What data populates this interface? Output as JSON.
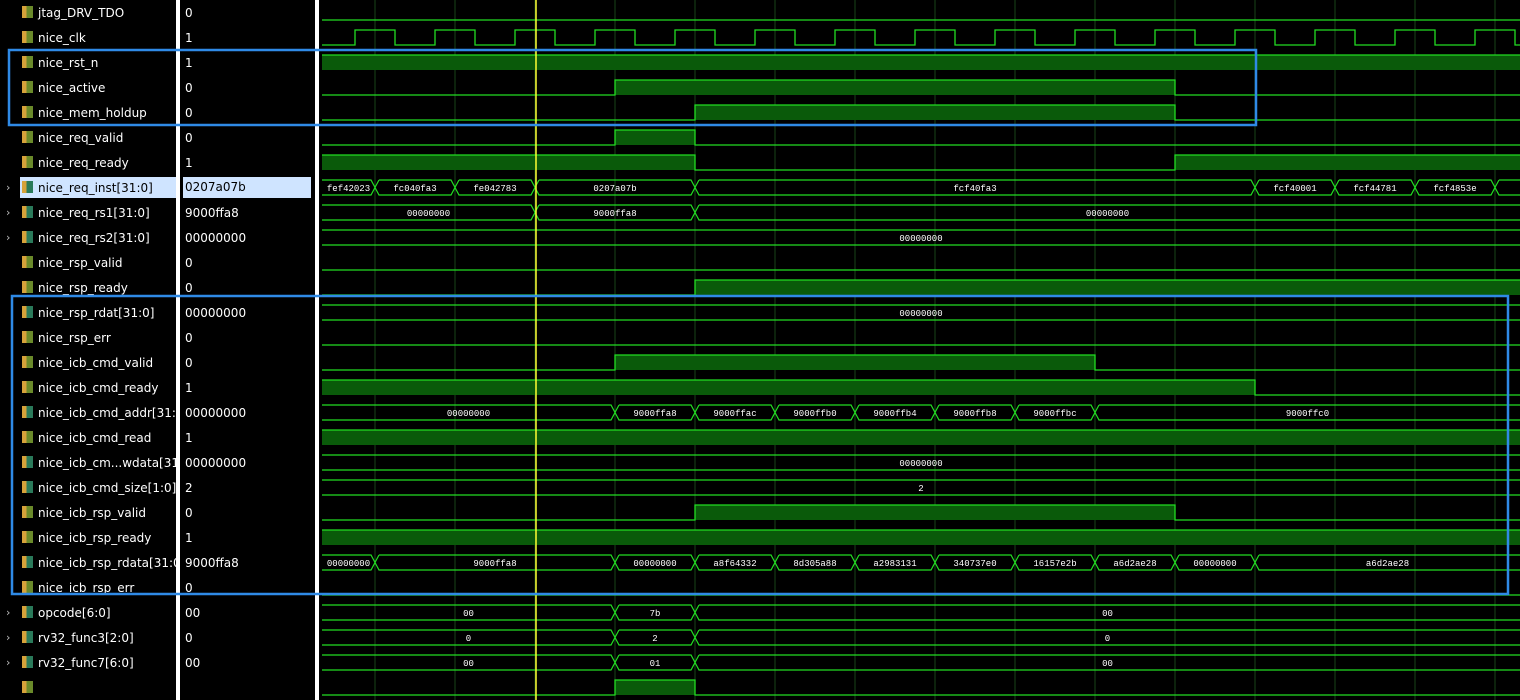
{
  "signals": [
    {
      "name": "jtag_DRV_TDO",
      "value": "0",
      "kind": "bit",
      "expand": false
    },
    {
      "name": "nice_clk",
      "value": "1",
      "kind": "bit",
      "expand": false
    },
    {
      "name": "nice_rst_n",
      "value": "1",
      "kind": "bit",
      "expand": false
    },
    {
      "name": "nice_active",
      "value": "0",
      "kind": "bit",
      "expand": false
    },
    {
      "name": "nice_mem_holdup",
      "value": "0",
      "kind": "bit",
      "expand": false
    },
    {
      "name": "nice_req_valid",
      "value": "0",
      "kind": "bit",
      "expand": false
    },
    {
      "name": "nice_req_ready",
      "value": "1",
      "kind": "bit",
      "expand": false
    },
    {
      "name": "nice_req_inst[31:0]",
      "value": "0207a07b",
      "kind": "bus",
      "expand": true
    },
    {
      "name": "nice_req_rs1[31:0]",
      "value": "9000ffa8",
      "kind": "bus",
      "expand": true
    },
    {
      "name": "nice_req_rs2[31:0]",
      "value": "00000000",
      "kind": "bus",
      "expand": true
    },
    {
      "name": "nice_rsp_valid",
      "value": "0",
      "kind": "bit",
      "expand": false
    },
    {
      "name": "nice_rsp_ready",
      "value": "0",
      "kind": "bit",
      "expand": false
    },
    {
      "name": "nice_rsp_rdat[31:0]",
      "value": "00000000",
      "kind": "bus",
      "expand": false
    },
    {
      "name": "nice_rsp_err",
      "value": "0",
      "kind": "bit",
      "expand": false
    },
    {
      "name": "nice_icb_cmd_valid",
      "value": "0",
      "kind": "bit",
      "expand": false
    },
    {
      "name": "nice_icb_cmd_ready",
      "value": "1",
      "kind": "bit",
      "expand": false
    },
    {
      "name": "nice_icb_cmd_addr[31:0]",
      "value": "00000000",
      "kind": "bus",
      "expand": false
    },
    {
      "name": "nice_icb_cmd_read",
      "value": "1",
      "kind": "bit",
      "expand": false
    },
    {
      "name": "nice_icb_cm...wdata[31:0]",
      "value": "00000000",
      "kind": "bus",
      "expand": false
    },
    {
      "name": "nice_icb_cmd_size[1:0]",
      "value": "2",
      "kind": "bus",
      "expand": false
    },
    {
      "name": "nice_icb_rsp_valid",
      "value": "0",
      "kind": "bit",
      "expand": false
    },
    {
      "name": "nice_icb_rsp_ready",
      "value": "1",
      "kind": "bit",
      "expand": false
    },
    {
      "name": "nice_icb_rsp_rdata[31:0]",
      "value": "9000ffa8",
      "kind": "bus",
      "expand": false
    },
    {
      "name": "nice_icb_rsp_err",
      "value": "0",
      "kind": "bit",
      "expand": false
    },
    {
      "name": "opcode[6:0]",
      "value": "00",
      "kind": "bus",
      "expand": true
    },
    {
      "name": "rv32_func3[2:0]",
      "value": "0",
      "kind": "bus",
      "expand": true
    },
    {
      "name": "rv32_func7[6:0]",
      "value": "00",
      "kind": "bus",
      "expand": true
    },
    {
      "name": "",
      "value": "",
      "kind": "bit",
      "expand": false
    }
  ],
  "selected_row": 7,
  "waves": [
    {
      "type": "bit",
      "init": 0,
      "edges": []
    },
    {
      "type": "clk"
    },
    {
      "type": "bit",
      "init": 1,
      "edges": []
    },
    {
      "type": "bit",
      "init": 0,
      "edges": [
        [
          615,
          1
        ],
        [
          1175,
          0
        ]
      ]
    },
    {
      "type": "bit",
      "init": 0,
      "edges": [
        [
          695,
          1
        ],
        [
          1175,
          0
        ]
      ]
    },
    {
      "type": "bit",
      "init": 0,
      "edges": [
        [
          615,
          1
        ],
        [
          695,
          0
        ]
      ]
    },
    {
      "type": "bit",
      "init": 1,
      "edges": [
        [
          695,
          0
        ],
        [
          1175,
          1
        ]
      ]
    },
    {
      "type": "bus",
      "segments": [
        [
          322,
          375,
          "fef42023"
        ],
        [
          375,
          455,
          "fc040fa3"
        ],
        [
          455,
          535,
          "fe042783"
        ],
        [
          535,
          695,
          "0207a07b"
        ],
        [
          695,
          1255,
          "fcf40fa3"
        ],
        [
          1255,
          1335,
          "fcf40001"
        ],
        [
          1335,
          1415,
          "fcf44781"
        ],
        [
          1415,
          1495,
          "fcf4853e"
        ],
        [
          1495,
          1520,
          ""
        ]
      ]
    },
    {
      "type": "bus",
      "segments": [
        [
          322,
          535,
          "00000000"
        ],
        [
          535,
          695,
          "9000ffa8"
        ],
        [
          695,
          1520,
          "00000000"
        ]
      ]
    },
    {
      "type": "bus",
      "segments": [
        [
          322,
          1520,
          "00000000"
        ]
      ]
    },
    {
      "type": "bit",
      "init": 0,
      "edges": []
    },
    {
      "type": "bit",
      "init": 0,
      "edges": [
        [
          695,
          1
        ]
      ]
    },
    {
      "type": "bus",
      "segments": [
        [
          322,
          1520,
          "00000000"
        ]
      ]
    },
    {
      "type": "bit",
      "init": 0,
      "edges": []
    },
    {
      "type": "bit",
      "init": 0,
      "edges": [
        [
          615,
          1
        ],
        [
          1095,
          0
        ]
      ]
    },
    {
      "type": "bit",
      "init": 1,
      "edges": [
        [
          1255,
          0
        ]
      ]
    },
    {
      "type": "bus",
      "segments": [
        [
          322,
          615,
          "00000000"
        ],
        [
          615,
          695,
          "9000ffa8"
        ],
        [
          695,
          775,
          "9000ffac"
        ],
        [
          775,
          855,
          "9000ffb0"
        ],
        [
          855,
          935,
          "9000ffb4"
        ],
        [
          935,
          1015,
          "9000ffb8"
        ],
        [
          1015,
          1095,
          "9000ffbc"
        ],
        [
          1095,
          1520,
          "9000ffc0"
        ]
      ]
    },
    {
      "type": "bit",
      "init": 1,
      "edges": []
    },
    {
      "type": "bus",
      "segments": [
        [
          322,
          1520,
          "00000000"
        ]
      ]
    },
    {
      "type": "bus",
      "segments": [
        [
          322,
          1520,
          "2"
        ]
      ]
    },
    {
      "type": "bit",
      "init": 0,
      "edges": [
        [
          695,
          1
        ],
        [
          1175,
          0
        ]
      ]
    },
    {
      "type": "bit",
      "init": 1,
      "edges": []
    },
    {
      "type": "bus",
      "segments": [
        [
          322,
          375,
          "00000000"
        ],
        [
          375,
          615,
          "9000ffa8"
        ],
        [
          615,
          695,
          "00000000"
        ],
        [
          695,
          775,
          "a8f64332"
        ],
        [
          775,
          855,
          "8d305a88"
        ],
        [
          855,
          935,
          "a2983131"
        ],
        [
          935,
          1015,
          "340737e0"
        ],
        [
          1015,
          1095,
          "16157e2b"
        ],
        [
          1095,
          1175,
          "a6d2ae28"
        ],
        [
          1175,
          1255,
          "00000000"
        ],
        [
          1255,
          1520,
          "a6d2ae28"
        ]
      ]
    },
    {
      "type": "bit",
      "init": 0,
      "edges": []
    },
    {
      "type": "bus",
      "segments": [
        [
          322,
          615,
          "00"
        ],
        [
          615,
          695,
          "7b"
        ],
        [
          695,
          1520,
          "00"
        ]
      ]
    },
    {
      "type": "bus",
      "segments": [
        [
          322,
          615,
          "0"
        ],
        [
          615,
          695,
          "2"
        ],
        [
          695,
          1520,
          "0"
        ]
      ]
    },
    {
      "type": "bus",
      "segments": [
        [
          322,
          615,
          "00"
        ],
        [
          615,
          695,
          "01"
        ],
        [
          695,
          1520,
          "00"
        ]
      ]
    },
    {
      "type": "bit",
      "init": 0,
      "edges": [
        [
          615,
          1
        ],
        [
          695,
          0
        ]
      ]
    }
  ],
  "colors": {
    "wave": "#22dd22",
    "wave_fill": "#0a5a0a",
    "grid": "#2f7a2f",
    "cursor": "#ffff33",
    "highlight_box": "#2f8ae6"
  }
}
